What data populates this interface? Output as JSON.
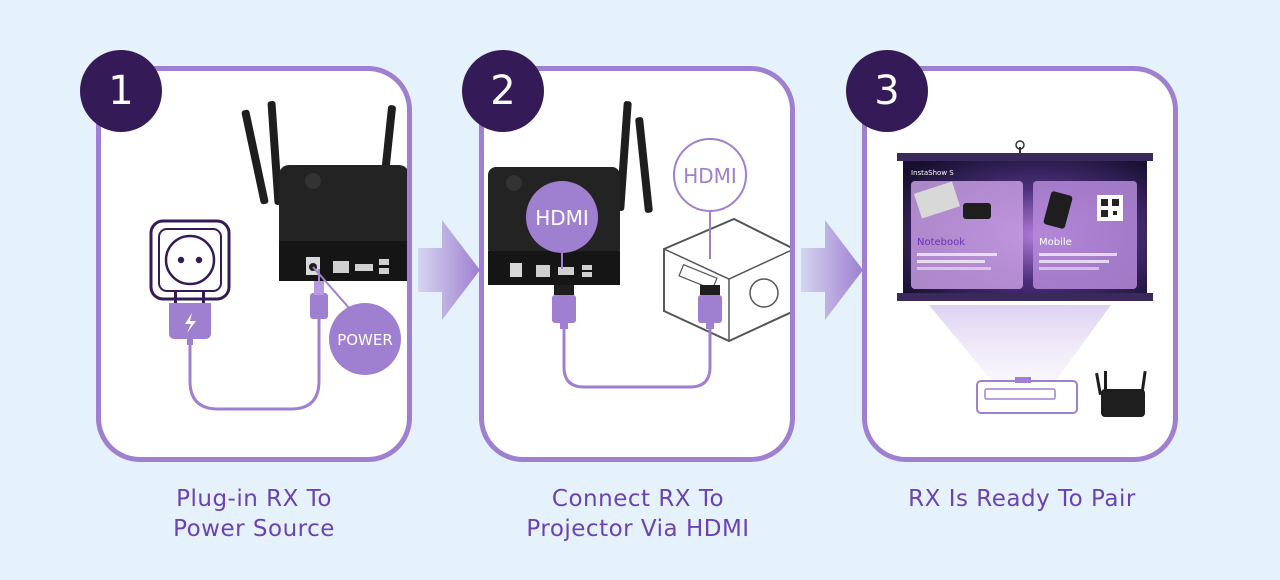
{
  "colors": {
    "background": "#e6f2fb",
    "accent": "#9f7fd0",
    "badge": "#341a57",
    "caption": "#6b43b0",
    "device": "#1e1e1e"
  },
  "steps": [
    {
      "number": "1",
      "caption_lines": [
        "Plug-in RX To",
        "Power Source"
      ],
      "callout": "POWER",
      "icons": [
        "wall-socket-icon",
        "power-plug-icon",
        "rx-receiver-icon"
      ]
    },
    {
      "number": "2",
      "caption_lines": [
        "Connect RX To",
        "Projector Via HDMI"
      ],
      "callout_rx": "HDMI",
      "callout_projector": "HDMI",
      "icons": [
        "rx-receiver-icon",
        "hdmi-plug-icon",
        "projector-icon"
      ]
    },
    {
      "number": "3",
      "caption_lines": [
        "RX Is Ready To Pair"
      ],
      "screen": {
        "title": "InstaShow S",
        "left_label": "Notebook",
        "right_label": "Mobile"
      },
      "icons": [
        "projection-screen-icon",
        "projector-icon",
        "rx-receiver-icon"
      ]
    }
  ]
}
